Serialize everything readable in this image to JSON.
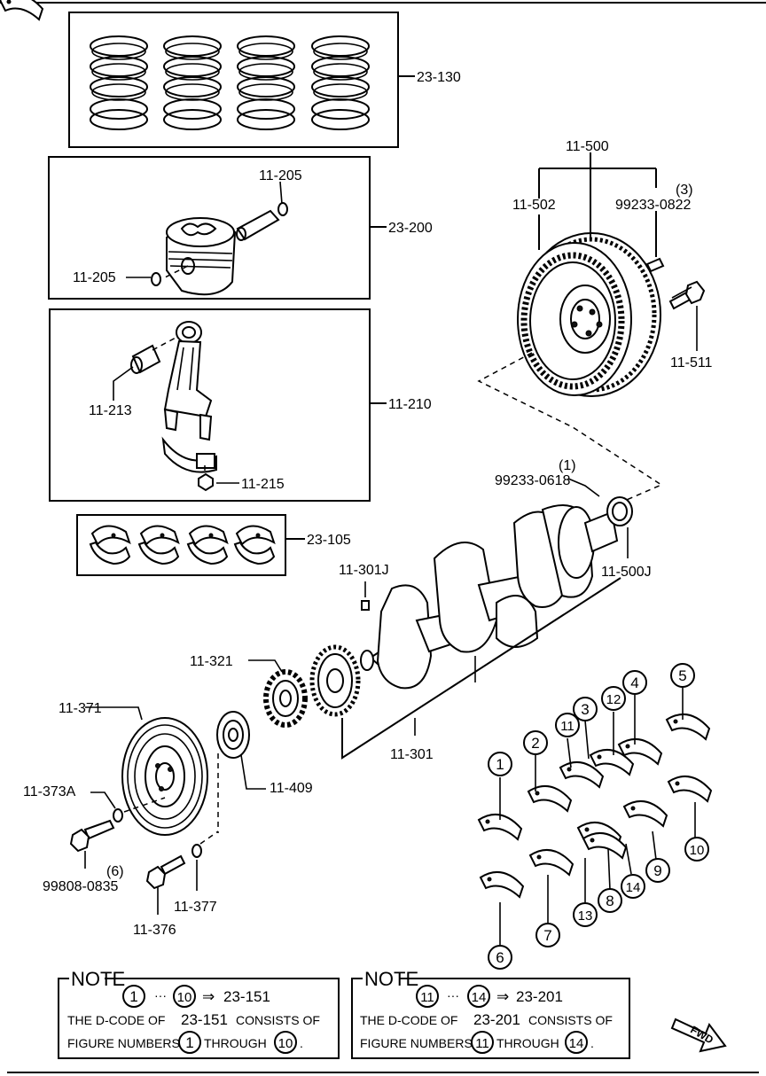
{
  "callouts": {
    "c_23_130": "23-130",
    "c_23_200": "23-200",
    "c_11_205_top": "11-205",
    "c_11_205_left": "11-205",
    "c_11_210": "11-210",
    "c_11_213": "11-213",
    "c_11_215": "11-215",
    "c_23_105": "23-105",
    "c_11_500": "11-500",
    "c_11_502": "11-502",
    "c_99233_0822": "99233-0822",
    "c_99233_0822_qty": "(3)",
    "c_11_511": "11-511",
    "c_99233_0618": "99233-0618",
    "c_99233_0618_qty": "(1)",
    "c_11_500J": "11-500J",
    "c_11_301J": "11-301J",
    "c_11_301": "11-301",
    "c_11_321": "11-321",
    "c_11_371": "11-371",
    "c_11_373A": "11-373A",
    "c_11_409": "11-409",
    "c_99808_0835": "99808-0835",
    "c_99808_0835_qty": "(6)",
    "c_11_377": "11-377",
    "c_11_376": "11-376"
  },
  "figure_numbers": [
    "1",
    "2",
    "3",
    "4",
    "5",
    "6",
    "7",
    "8",
    "9",
    "10",
    "11",
    "12",
    "13",
    "14"
  ],
  "notes": [
    {
      "heading": "NOTE",
      "from": "1",
      "dots": "···",
      "to": "10",
      "arrow": "⇒",
      "target": "23-151",
      "line2_a": "THE D-CODE OF",
      "line2_code": "23-151",
      "line2_b": "CONSISTS OF",
      "line3_a": "FIGURE NUMBERS",
      "line3_from": "1",
      "line3_mid": "THROUGH",
      "line3_to": "10",
      "line3_end": "."
    },
    {
      "heading": "NOTE",
      "from": "11",
      "dots": "···",
      "to": "14",
      "arrow": "⇒",
      "target": "23-201",
      "line2_a": "THE D-CODE OF",
      "line2_code": "23-201",
      "line2_b": "CONSISTS OF",
      "line3_a": "FIGURE NUMBERS",
      "line3_from": "11",
      "line3_mid": "THROUGH",
      "line3_to": "14",
      "line3_end": "."
    }
  ],
  "fwd_label": "FWD"
}
